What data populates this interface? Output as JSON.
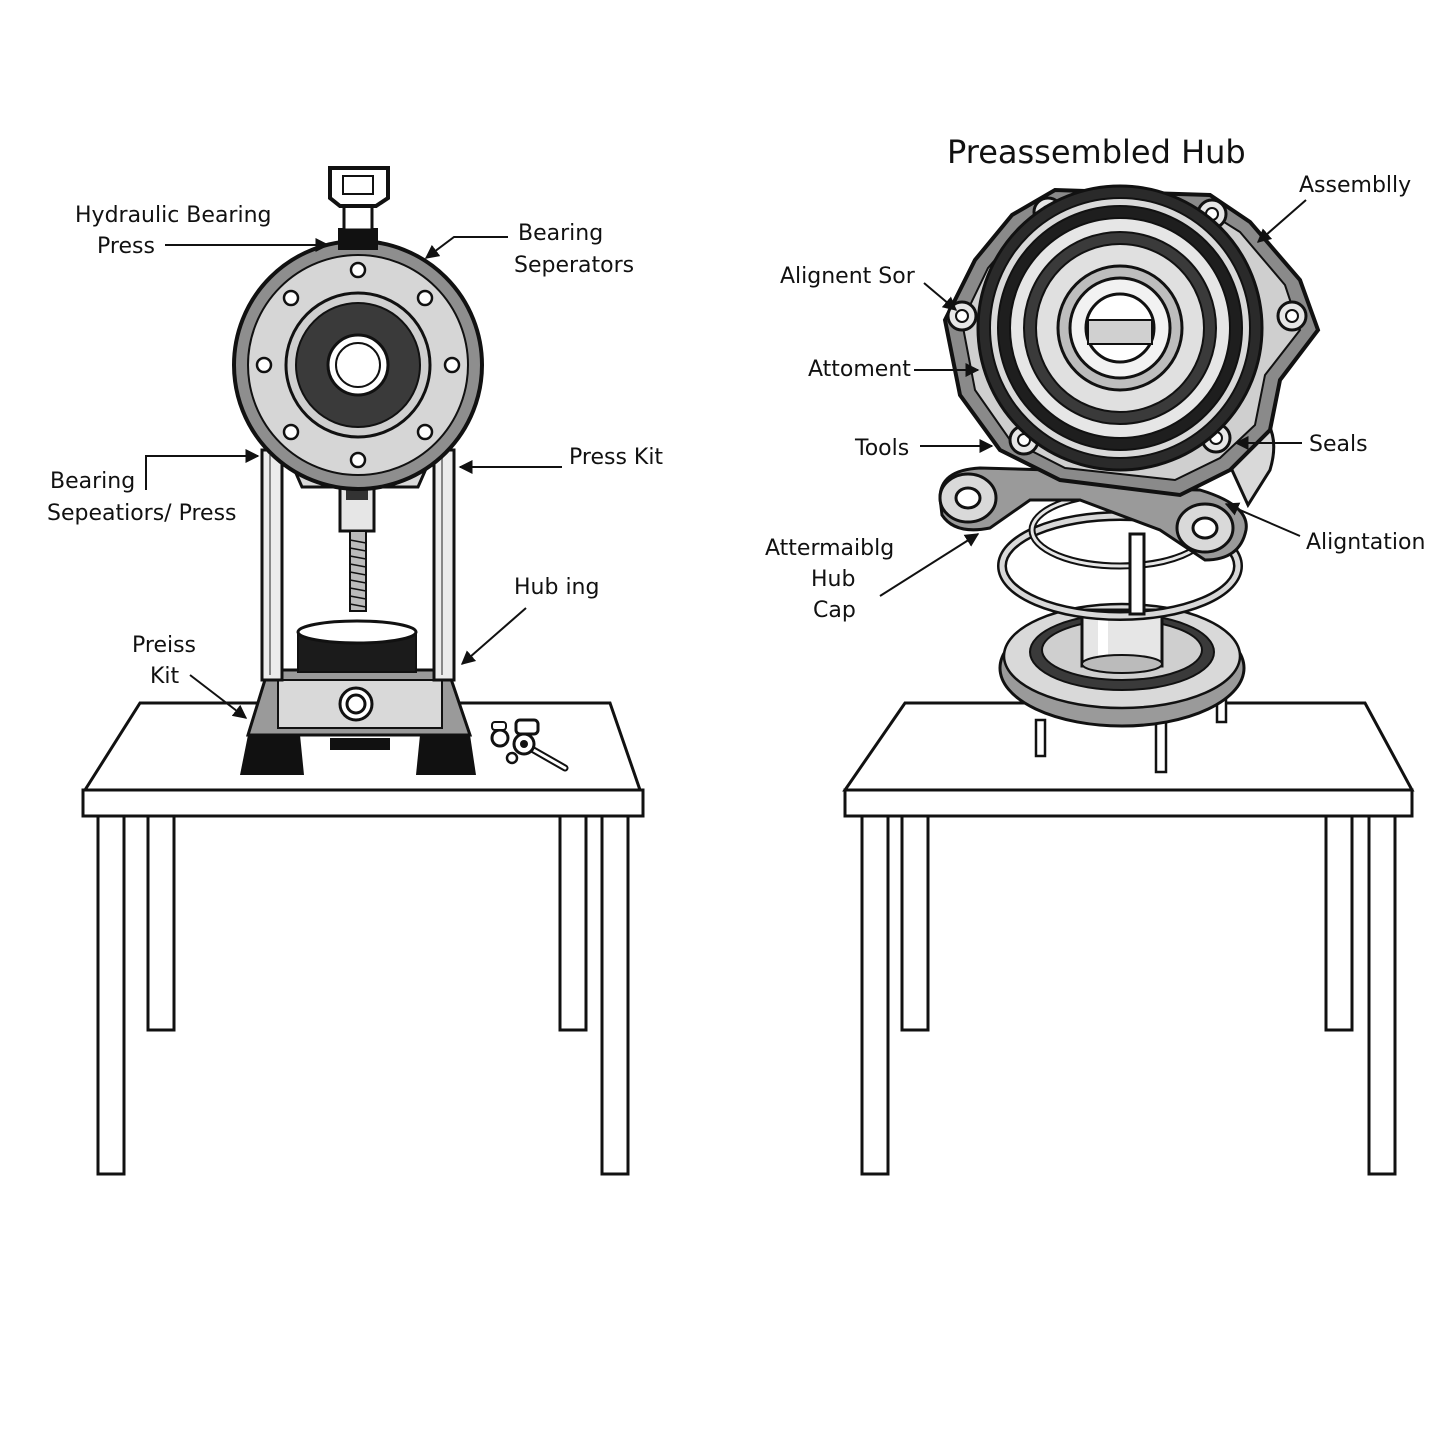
{
  "title": "Preassembled Hub",
  "left_labels": {
    "hydraulic_bearing_press": [
      "Hydraulic Bearing",
      "Press"
    ],
    "bearing_seperators": [
      "Bearing",
      "Seperators"
    ],
    "bearing_seperators_press": [
      "Bearing",
      "Sepeatiors/ Press"
    ],
    "press_kit_right": [
      "Press Kit"
    ],
    "hubing": [
      "Hub ing"
    ],
    "press_kit_left": [
      "Preiss",
      "Kit"
    ]
  },
  "right_labels": {
    "assembly": [
      "Assemblly"
    ],
    "alignment_sor": [
      "Alignent Sor"
    ],
    "attoment": [
      "Attoment"
    ],
    "tools": [
      "Tools"
    ],
    "seals": [
      "Seals"
    ],
    "alignation": [
      "Aligntation"
    ],
    "attermaible_hub_cap": [
      "Attermaiblg",
      "Hub",
      "Cap"
    ]
  },
  "colors": {
    "ink": "#111111",
    "metal_light": "#d9d9d9",
    "metal_mid": "#9a9a9a",
    "metal_dark": "#3a3a3a",
    "paper": "#ffffff"
  },
  "icons": [
    "hydraulic-press-icon",
    "hub-bearing-icon",
    "wrench-icon",
    "workbench-icon"
  ]
}
